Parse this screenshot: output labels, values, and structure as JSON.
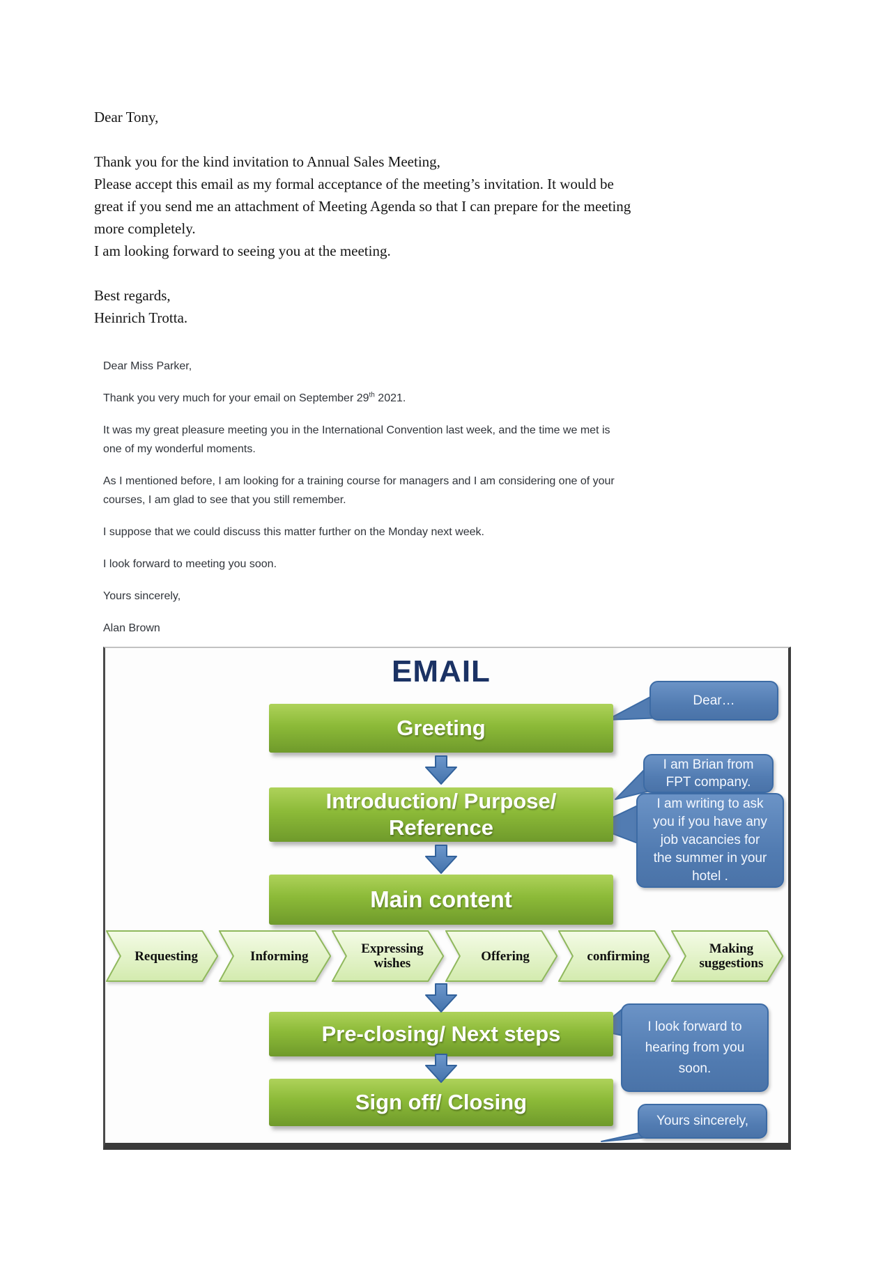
{
  "letter_formal": {
    "salutation": "Dear Tony,",
    "body": [
      "Thank you for the kind invitation to Annual Sales Meeting,",
      "Please accept this email as my formal acceptance of the meeting’s invitation. It would be",
      "great if you send me an attachment of Meeting Agenda so that I can prepare for the meeting",
      "more completely.",
      "I am looking forward to seeing you at the meeting."
    ],
    "closing": "Best regards,",
    "signature": "Heinrich Trotta."
  },
  "letter_reply": {
    "salutation": "Dear Miss Parker,",
    "thanks_pre": "Thank you very much for your email on September 29",
    "thanks_sup": "th",
    "thanks_post": " 2021.",
    "paragraphs": [
      [
        "It was my great pleasure meeting you in the International Convention last week, and the time we met is",
        "one of my wonderful moments."
      ],
      [
        "As I mentioned before, I am looking for a training course for managers and I am considering one of your",
        "courses, I am glad to see that you still remember."
      ],
      [
        "I suppose that we could discuss this matter further on the Monday next week."
      ],
      [
        "I look forward to meeting you soon."
      ],
      [
        "Yours sincerely,"
      ],
      [
        "Alan Brown"
      ]
    ]
  },
  "diagram": {
    "title": "EMAIL",
    "boxes": {
      "greeting": "Greeting",
      "intro_line1": "Introduction/ Purpose/",
      "intro_line2": "Reference",
      "main": "Main content",
      "preclosing": "Pre-closing/ Next steps",
      "signoff": "Sign off/ Closing"
    },
    "chevrons": [
      "Requesting",
      "Informing",
      "Expressing wishes",
      "Offering",
      "confirming",
      "Making suggestions"
    ],
    "bubbles": {
      "greeting": "Dear…",
      "intro_a": [
        "I am Brian from",
        "FPT company."
      ],
      "intro_b": [
        "I am writing to ask",
        "you if you have any",
        "job vacancies for",
        "the summer in your",
        "hotel ."
      ],
      "preclosing": [
        "I look forward to",
        "hearing from you",
        "soon."
      ],
      "signoff": "Yours sincerely,"
    },
    "colors": {
      "title_navy": "#1b3264",
      "box_green_top": "#aed25a",
      "box_green_bottom": "#6f9a2b",
      "arrow_blue": "#4f81bd",
      "arrow_border": "#31619b",
      "bubble_blue": "#527cb2",
      "bubble_border": "#3c6ba5",
      "chevron_fill_top": "#f4fbe6",
      "chevron_fill_bottom": "#d3ebae",
      "chevron_border": "#8fb85c"
    }
  }
}
